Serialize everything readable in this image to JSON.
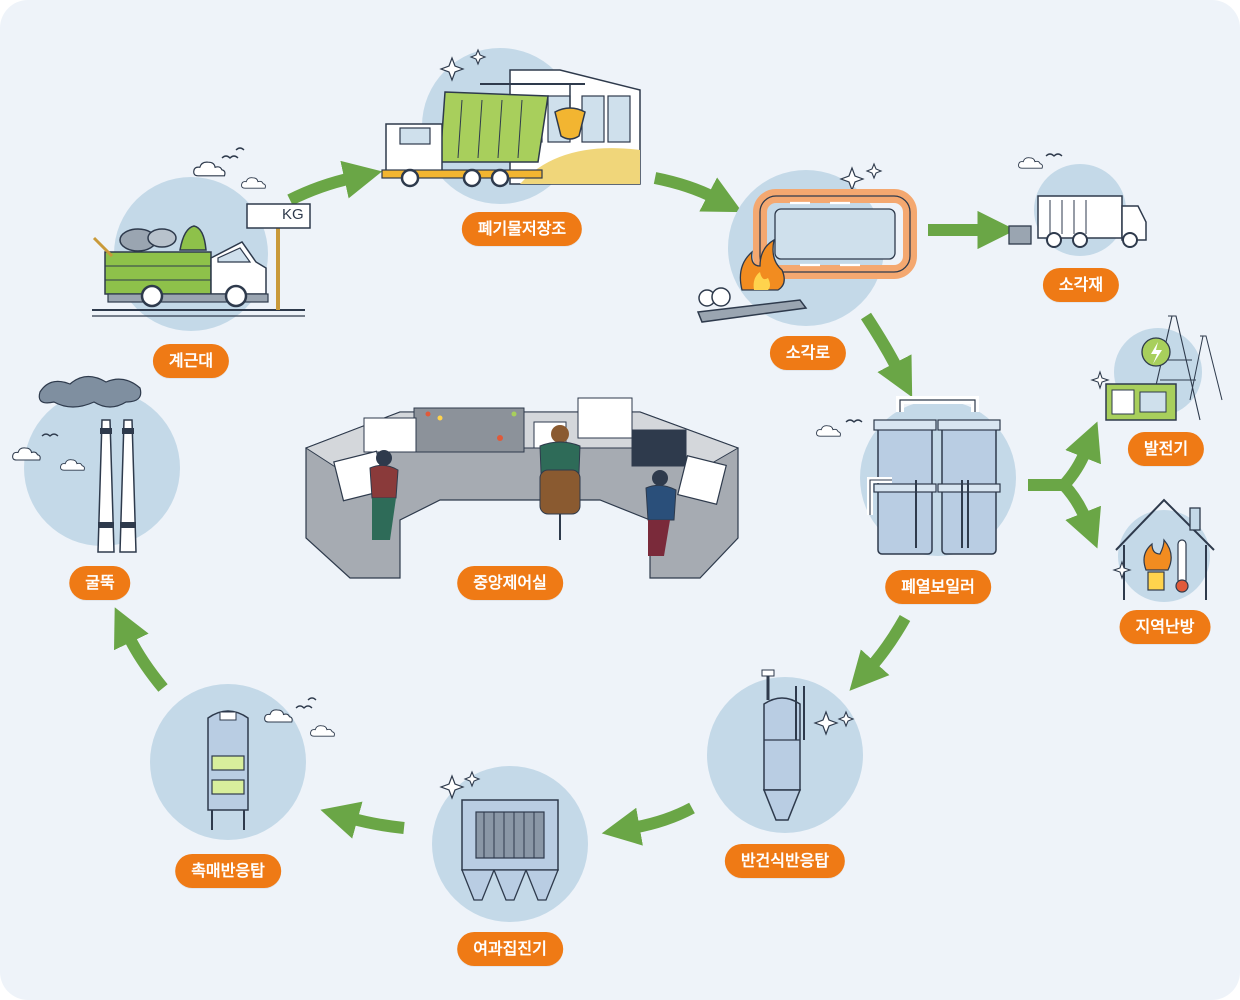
{
  "diagram": {
    "weigh_sign_text": "KG",
    "labels": {
      "weighbridge": "계근대",
      "waste_pit": "폐기물저장조",
      "incinerator": "소각로",
      "ash": "소각재",
      "waste_heat_boiler": "폐열보일러",
      "generator": "발전기",
      "district_heating": "지역난방",
      "semi_dry_reactor": "반건식반응탑",
      "bag_filter": "여과집진기",
      "catalytic_reactor": "촉매반응탑",
      "stack": "굴뚝",
      "control_room": "중앙제어실"
    }
  }
}
